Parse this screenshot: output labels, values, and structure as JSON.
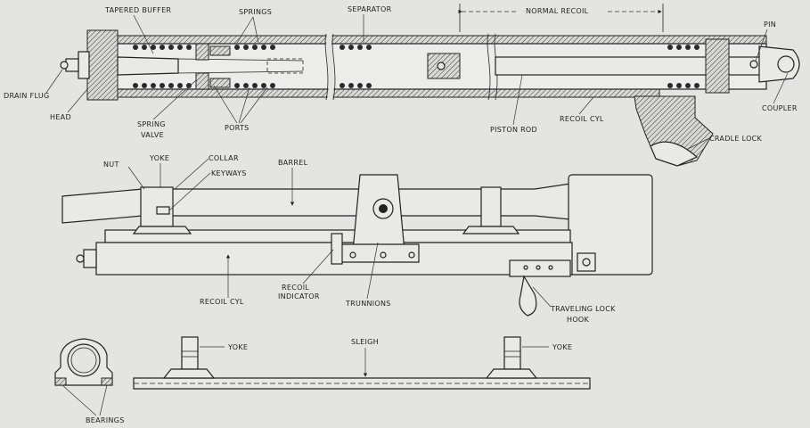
{
  "labels": {
    "tapered_buffer": "TAPERED BUFFER",
    "springs": "SPRINGS",
    "separator": "SEPARATOR",
    "normal_recoil": "NORMAL RECOIL",
    "pin": "PIN",
    "drain_flug": "DRAIN FLUG",
    "head": "HEAD",
    "spring_valve_1": "SPRING",
    "spring_valve_2": "VALVE",
    "ports": "PORTS",
    "piston_rod": "PISTON ROD",
    "recoil_cyl_top": "RECOIL CYL",
    "coupler": "COUPLER",
    "cradle_lock": "CRADLE LOCK",
    "nut": "NUT",
    "yoke_mid": "YOKE",
    "collar": "COLLAR",
    "keyways": "KEYWAYS",
    "barrel": "BARREL",
    "recoil_cyl_mid": "RECOIL CYL",
    "recoil_indicator_1": "RECOIL",
    "recoil_indicator_2": "INDICATOR",
    "trunnions": "TRUNNIONS",
    "traveling_lock_1": "TRAVELING LOCK",
    "traveling_lock_2": "HOOK",
    "yoke_left": "YOKE",
    "sleigh": "SLEIGH",
    "yoke_right": "YOKE",
    "bearings": "BEARINGS"
  },
  "colors": {
    "paper": "#e4e4e2",
    "ink": "#222222"
  }
}
